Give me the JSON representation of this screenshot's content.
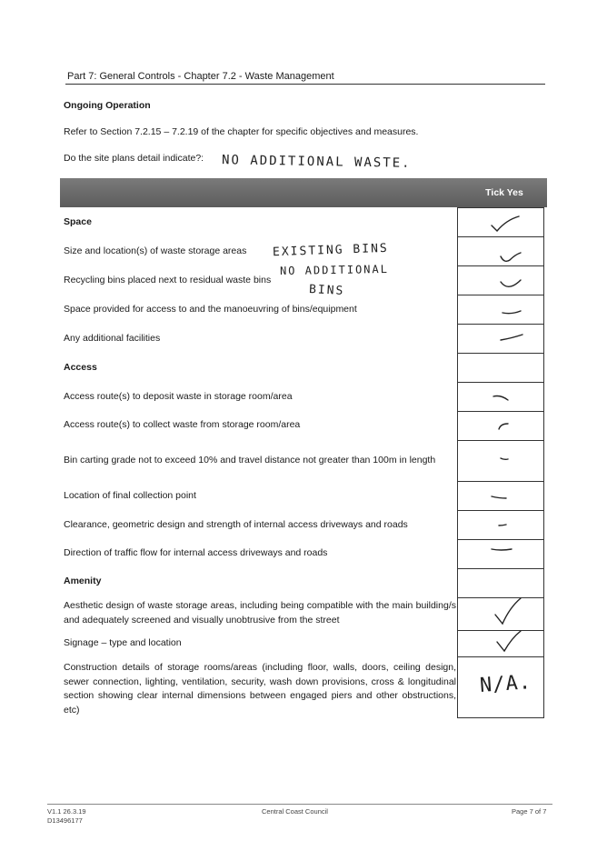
{
  "header": {
    "title": "Part 7:  General Controls - Chapter 7.2 - Waste Management"
  },
  "section": {
    "heading": "Ongoing Operation",
    "refer": "Refer to Section 7.2.15 – 7.2.19 of the chapter for specific objectives and measures.",
    "question": "Do the site plans detail indicate?:",
    "handwritten_note": "NO ADDITIONAL WASTE."
  },
  "table": {
    "tick_header": "Tick Yes",
    "groups": [
      {
        "heading": "Space",
        "items": [
          "Size and location(s) of waste storage areas",
          "Recycling bins placed next to residual waste bins",
          "Space provided for access to and the manoeuvring of bins/equipment",
          "Any additional facilities"
        ]
      },
      {
        "heading": "Access",
        "items": [
          "Access route(s) to deposit waste in storage room/area",
          "Access route(s) to collect waste from storage room/area",
          "Bin carting grade not to exceed 10% and travel distance not greater than 100m in length",
          "Location of final collection point",
          "Clearance, geometric design and strength of internal access driveways and roads",
          "Direction of traffic flow for internal access driveways and roads"
        ]
      },
      {
        "heading": "Amenity",
        "items": [
          "Aesthetic design of waste storage areas, including being compatible with the main building/s and adequately screened and visually unobtrusive from the street",
          "Signage – type and location",
          "Construction details of storage rooms/areas (including floor, walls, doors, ceiling design, sewer connection, lighting, ventilation, security, wash down provisions, cross & longitudinal section showing clear internal dimensions between engaged piers and other obstructions, etc)"
        ]
      }
    ],
    "handwritten": {
      "existing_bins": "EXISTING BINS",
      "no_additional_bins_1": "NO ADDITIONAL",
      "no_additional_bins_2": "BINS",
      "na": "N/A."
    }
  },
  "footer": {
    "version": "V1.1  26.3.19",
    "doc_id": "D13496177",
    "council": "Central Coast Council",
    "page": "Page 7 of 7"
  }
}
